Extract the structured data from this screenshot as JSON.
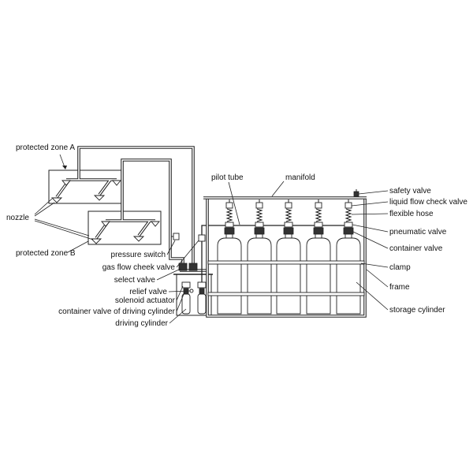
{
  "labels": {
    "protected_zone_a": "protected zone A",
    "nozzle": "nozzle",
    "protected_zone_b": "protected zone B",
    "pilot_tube": "pilot tube",
    "manifold": "manifold",
    "safety_valve": "safety valve",
    "liquid_flow_check_valve": "liquid flow check valve",
    "flexible_hose": "flexible hose",
    "pneumatic_valve": "pneumatic valve",
    "container_valve": "container valve",
    "clamp": "clamp",
    "frame": "frame",
    "storage_cylinder": "storage cylinder",
    "pressure_switch": "pressure switch",
    "gas_flow_check_valve": "gas flow cheek valve",
    "select_valve": "select valve",
    "relief_valve": "relief valve",
    "solenoid_actuator": "solenoid actuator",
    "container_valve_driving": "container valve of driving cylinder",
    "driving_cylinder": "driving cylinder"
  }
}
